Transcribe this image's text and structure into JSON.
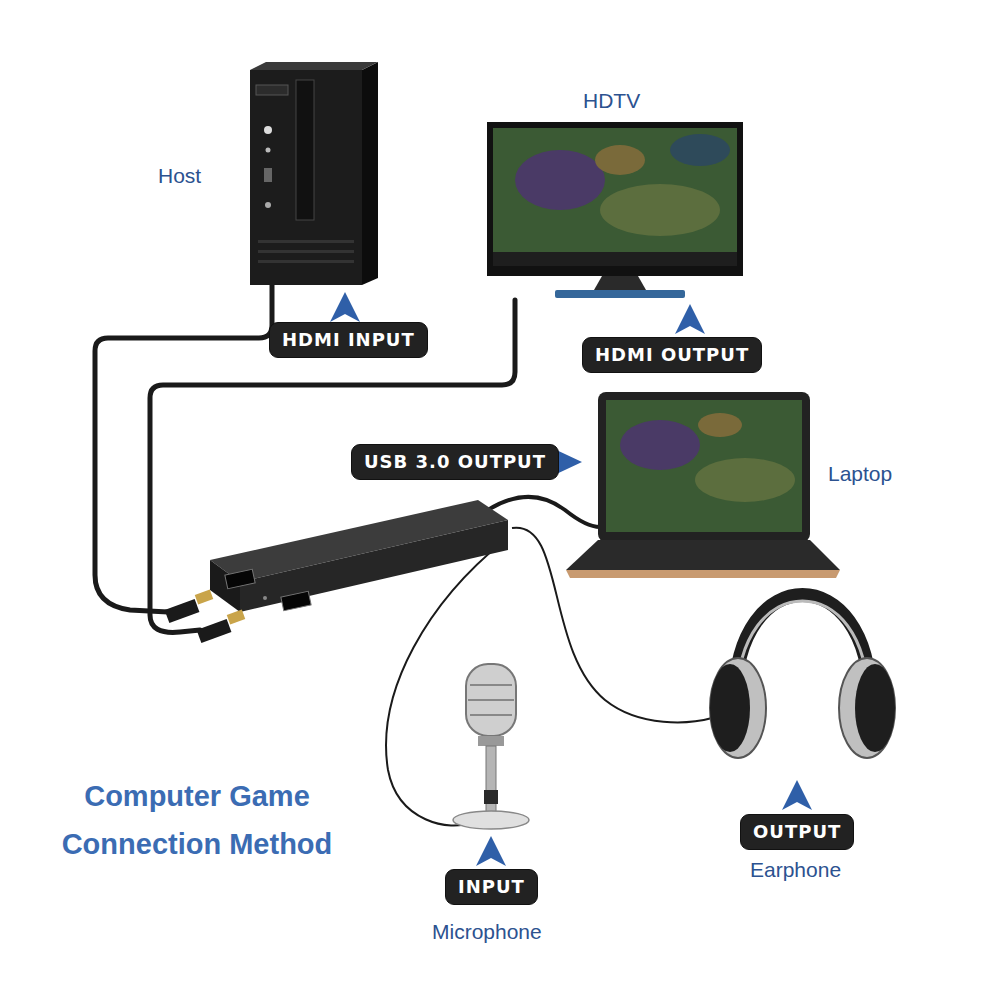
{
  "diagram": {
    "title": "Computer Game Connection Method",
    "nodes": [
      {
        "text": [
          "HDMI INPUT"
        ]
      },
      {
        "text": [
          "HDMI OUTPUT"
        ]
      },
      {
        "text": [
          "USB 3.0 OUTPUT"
        ]
      },
      {
        "text": [
          "INPUT"
        ]
      },
      {
        "text": [
          "OUTPUT"
        ]
      }
    ],
    "labels": [
      "Host",
      "HDTV",
      "Laptop",
      "Microphone",
      "Earphone"
    ]
  }
}
